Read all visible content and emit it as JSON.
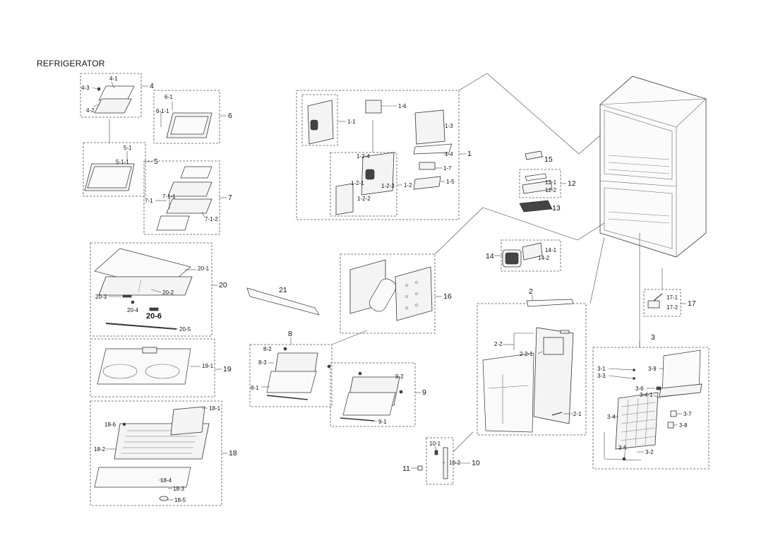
{
  "title": "REFRIGERATOR",
  "callouts": {
    "c1": "1",
    "c1_1": "1-1",
    "c1_2": "1-2",
    "c1_2_1": "1-2-1",
    "c1_2_2": "1-2-2",
    "c1_2_3": "1-2-3",
    "c1_2_4": "1-2-4",
    "c1_3": "1-3",
    "c1_4": "1-4",
    "c1_5": "1-5",
    "c1_6": "1-6",
    "c1_7": "1-7",
    "c2": "2",
    "c2_1": "2-1",
    "c2_2": "2-2",
    "c2_2_1": "2-2-1",
    "c3": "3",
    "c3_1": "3-1",
    "c3_2": "3-2",
    "c3_3": "3-3",
    "c3_4": "3-4",
    "c3_4_1": "3-4-1",
    "c3_5": "3-5",
    "c3_6": "3-6",
    "c3_7": "3-7",
    "c3_8": "3-8",
    "c3_9": "3-9",
    "c4": "4",
    "c4_1": "4-1",
    "c4_2": "4-2",
    "c4_3": "4-3",
    "c5": "5",
    "c5_1": "5-1",
    "c5_1_1": "5-1-1",
    "c6": "6",
    "c6_1": "6-1",
    "c6_1_1": "6-1-1",
    "c7": "7",
    "c7_1": "7-1",
    "c7_1_1": "7-1-1",
    "c7_1_2": "7-1-2",
    "c8": "8",
    "c8_1": "8-1",
    "c8_2": "8-2",
    "c8_3": "8-3",
    "c9": "9",
    "c9_1": "9-1",
    "c9_2": "9-2",
    "c10": "10",
    "c10_1": "10-1",
    "c10_2": "10-2",
    "c11": "11",
    "c12": "12",
    "c12_1": "12-1",
    "c12_2": "12-2",
    "c13": "13",
    "c14": "14",
    "c14_1": "14-1",
    "c14_2": "14-2",
    "c15": "15",
    "c16": "16",
    "c17": "17",
    "c17_1": "17-1",
    "c17_2": "17-2",
    "c18": "18",
    "c18_1": "18-1",
    "c18_2": "18-2",
    "c18_3": "18-3",
    "c18_4": "18-4",
    "c18_5": "18-5",
    "c18_6": "18-6",
    "c19": "19",
    "c19_1": "19-1",
    "c20": "20",
    "c20_1": "20-1",
    "c20_2": "20-2",
    "c20_3": "20-3",
    "c20_4": "20-4",
    "c20_5": "20-5",
    "c20_6": "20-6",
    "c21": "21"
  },
  "colors": {
    "line": "#333333",
    "dash": "#555555",
    "fill": "#f4f4f4",
    "background": "#ffffff"
  }
}
